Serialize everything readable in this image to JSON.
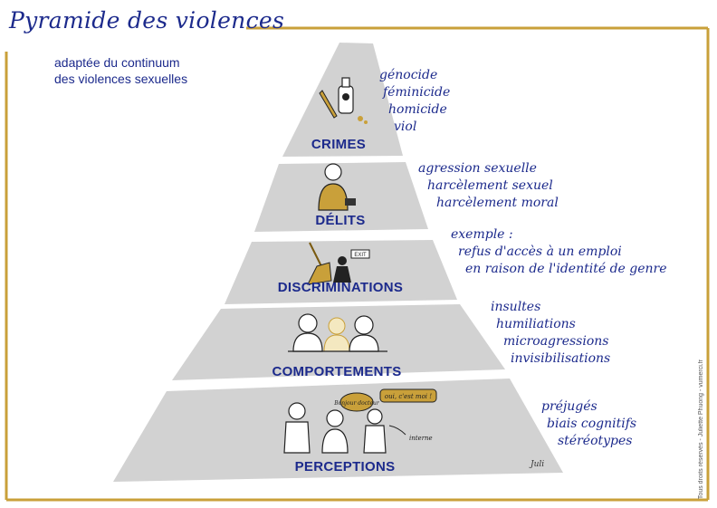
{
  "title": "Pyramide des violences",
  "subtitle": [
    "adaptée du continuum",
    "des violences sexuelles"
  ],
  "levels": [
    {
      "label": "CRIMES",
      "notes": [
        "génocide",
        "féminicide",
        "homicide",
        "viol"
      ]
    },
    {
      "label": "DÉLITS",
      "notes": [
        "agression sexuelle",
        "harcèlement sexuel",
        "harcèlement moral"
      ]
    },
    {
      "label": "DISCRIMINATIONS",
      "notes": [
        "exemple :",
        "refus d'accès à un emploi",
        "en raison de l'identité de genre"
      ]
    },
    {
      "label": "COMPORTEMENTS",
      "notes": [
        "insultes",
        "humiliations",
        "microagressions",
        "invisibilisations"
      ]
    },
    {
      "label": "PERCEPTIONS",
      "notes": [
        "préjugés",
        "biais cognitifs",
        "stéréotypes"
      ]
    }
  ],
  "illustration_text": {
    "exit_sign": "EXIT",
    "bubble_left": "Bonjour docteur",
    "bubble_right": "oui, c'est moi !",
    "arrow_label": "interne"
  },
  "signature": "Juli",
  "credit": "Tous droits réservés - Juliette Phuong - vumerci.fr",
  "colors": {
    "navy": "#1c2a8c",
    "gold": "#c9a03a",
    "tier_fill": "#d2d2d2"
  }
}
